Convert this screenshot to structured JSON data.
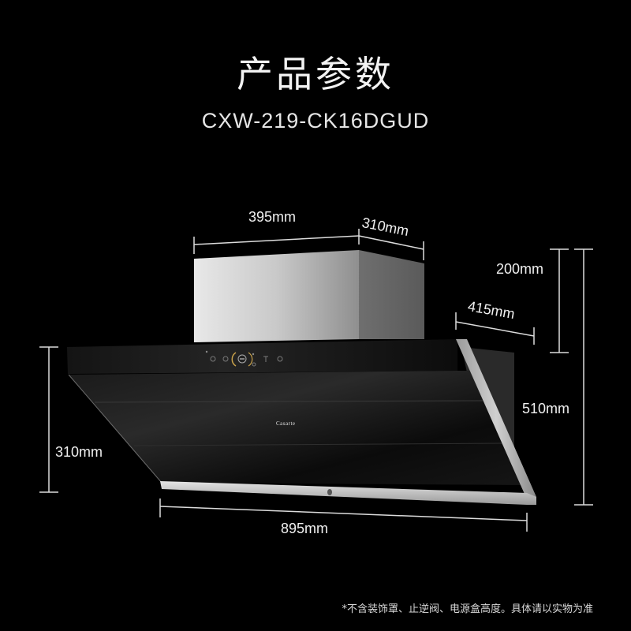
{
  "header": {
    "title": "产品参数",
    "model": "CXW-219-CK16DGUD"
  },
  "product": {
    "type": "range-hood",
    "brand_logo_text": "Casarte",
    "control_panel_icons": [
      "power-icon",
      "light-icon",
      "fan-dial-icon",
      "timer-icon",
      "menu-icon",
      "clean-icon"
    ]
  },
  "dimensions": {
    "duct_width": "395mm",
    "duct_depth": "310mm",
    "duct_height": "200mm",
    "body_depth": "415mm",
    "total_height": "510mm",
    "front_height": "310mm",
    "total_width": "895mm"
  },
  "footnote": "*不含装饰罩、止逆阀、电源盒高度。具体请以实物为准",
  "colors": {
    "background": "#000000",
    "text": "#f0f0f0",
    "steel": "#b8b8b8",
    "glass": "#111111",
    "accent_gold": "#c9a24a"
  }
}
